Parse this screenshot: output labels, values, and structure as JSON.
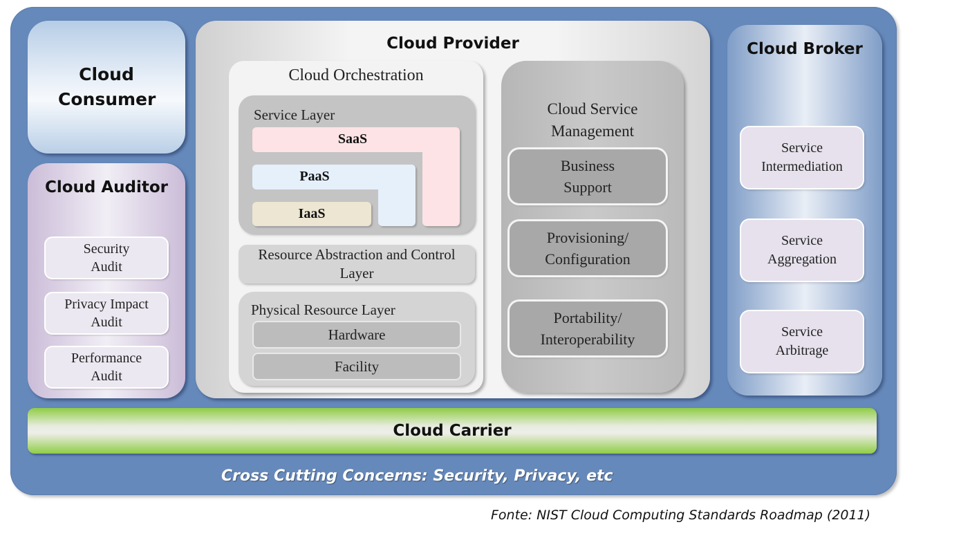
{
  "diagram": {
    "consumer": {
      "label": "Cloud Consumer"
    },
    "auditor": {
      "title": "Cloud Auditor",
      "items": [
        "Security Audit",
        "Privacy Impact Audit",
        "Performance Audit"
      ]
    },
    "provider": {
      "title": "Cloud Provider",
      "orchestration": {
        "title": "Cloud Orchestration",
        "service_layer": {
          "label": "Service Layer",
          "saas": "SaaS",
          "paas": "PaaS",
          "iaas": "IaaS"
        },
        "resource_abstraction": "Resource Abstraction and Control Layer",
        "physical_layer": {
          "label": "Physical Resource Layer",
          "items": [
            "Hardware",
            "Facility"
          ]
        }
      },
      "service_management": {
        "title": "Cloud Service Management",
        "items": [
          "Business Support",
          "Provisioning/ Configuration",
          "Portability/ Interoperability"
        ]
      }
    },
    "broker": {
      "title": "Cloud Broker",
      "items": [
        "Service Intermediation",
        "Service Aggregation",
        "Service Arbitrage"
      ]
    },
    "carrier": {
      "label": "Cloud Carrier"
    },
    "cross_cutting": "Cross Cutting Concerns: Security, Privacy, etc",
    "source": "Fonte: NIST Cloud Computing Standards Roadmap (2011)"
  },
  "colors": {
    "frame": "#6689bb",
    "consumer": "#b6cde6",
    "auditor": "#cbbcd8",
    "saas": "#fde3e5",
    "paas": "#e6f0fb",
    "iaas": "#ece6d2",
    "carrier": "#8fcd45"
  }
}
